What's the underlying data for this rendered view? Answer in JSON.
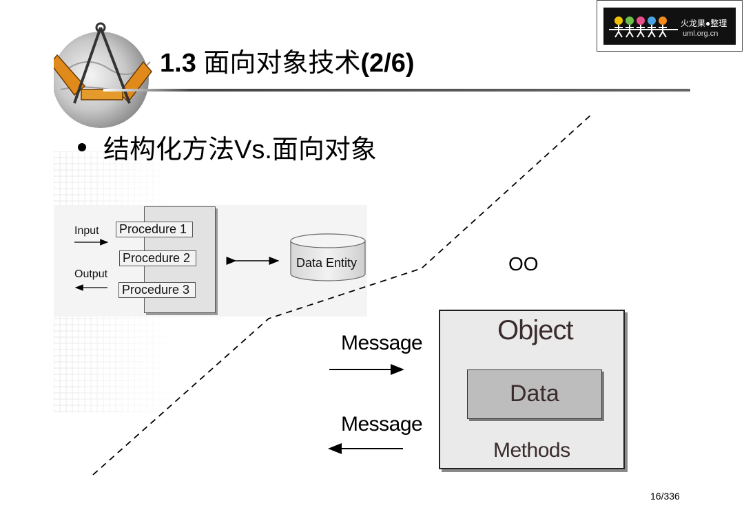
{
  "slide": {
    "title_num": "1.3",
    "title_text": " 面向对象技术",
    "title_part": "(2/6)",
    "bullet": "结构化方法Vs.面向对象",
    "page_number": "16/336"
  },
  "logo": {
    "line1": "火龙果●整理",
    "line2": "uml.org.cn"
  },
  "structured": {
    "input_label": "Input",
    "output_label": "Output",
    "procedures": [
      "Procedure 1",
      "Procedure 2",
      "Procedure 3"
    ],
    "data_entity": "Data Entity"
  },
  "object_oriented": {
    "oo_label": "OO",
    "message_in": "Message",
    "message_out": "Message",
    "object_label": "Object",
    "data_label": "Data",
    "methods_label": "Methods"
  },
  "colors": {
    "accent_text": "#3a2c2c",
    "box_fill": "#eaeaea",
    "data_fill": "#bdbdbd"
  }
}
